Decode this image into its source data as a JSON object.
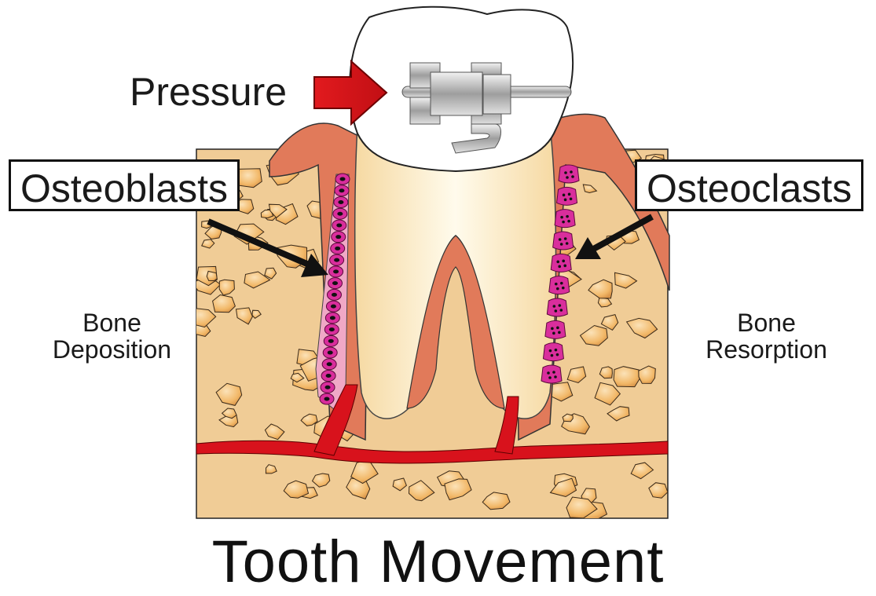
{
  "labels": {
    "pressure": "Pressure",
    "osteoblasts": "Osteoblasts",
    "osteoclasts": "Osteoclasts",
    "bone_deposition_1": "Bone",
    "bone_deposition_2": "Deposition",
    "bone_resorption_1": "Bone",
    "bone_resorption_2": "Resorption",
    "title": "Tooth Movement"
  },
  "colors": {
    "bone": "#f0cc96",
    "bone_pocket": "#f4c37c",
    "gum": "#e17a5a",
    "tooth": "#fdf5d8",
    "crown": "#ffffff",
    "blood_vessel": "#d8121c",
    "pressure_arrow": "#e21a1e",
    "osteoblast_cell": "#d92e9c",
    "osteoclast_cell": "#d92e9c",
    "bracket": "#c8c8c8"
  },
  "icons": {
    "bracket": "orthodontic-bracket-icon",
    "arrow": "pressure-arrow-icon"
  }
}
